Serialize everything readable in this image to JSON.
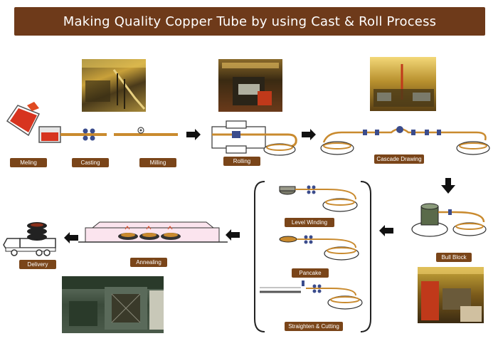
{
  "title": "Making Quality Copper Tube by using Cast & Roll Process",
  "steps": {
    "meling": "Meling",
    "casting": "Casting",
    "milling": "Milling",
    "rolling": "Rolling",
    "cascade_drawing": "Cascade Drawing",
    "bull_block": "Bull Block",
    "level_winding": "Level Winding",
    "pancake": "Pancake",
    "straighten_cutting": "Straighten & Cutting",
    "annealing": "Annealing",
    "delivery": "Delivery"
  },
  "colors": {
    "title_bg": "#6e3a1a",
    "label_bg": "#7a4519",
    "copper": "#c98a2e",
    "arrow": "#111111"
  }
}
